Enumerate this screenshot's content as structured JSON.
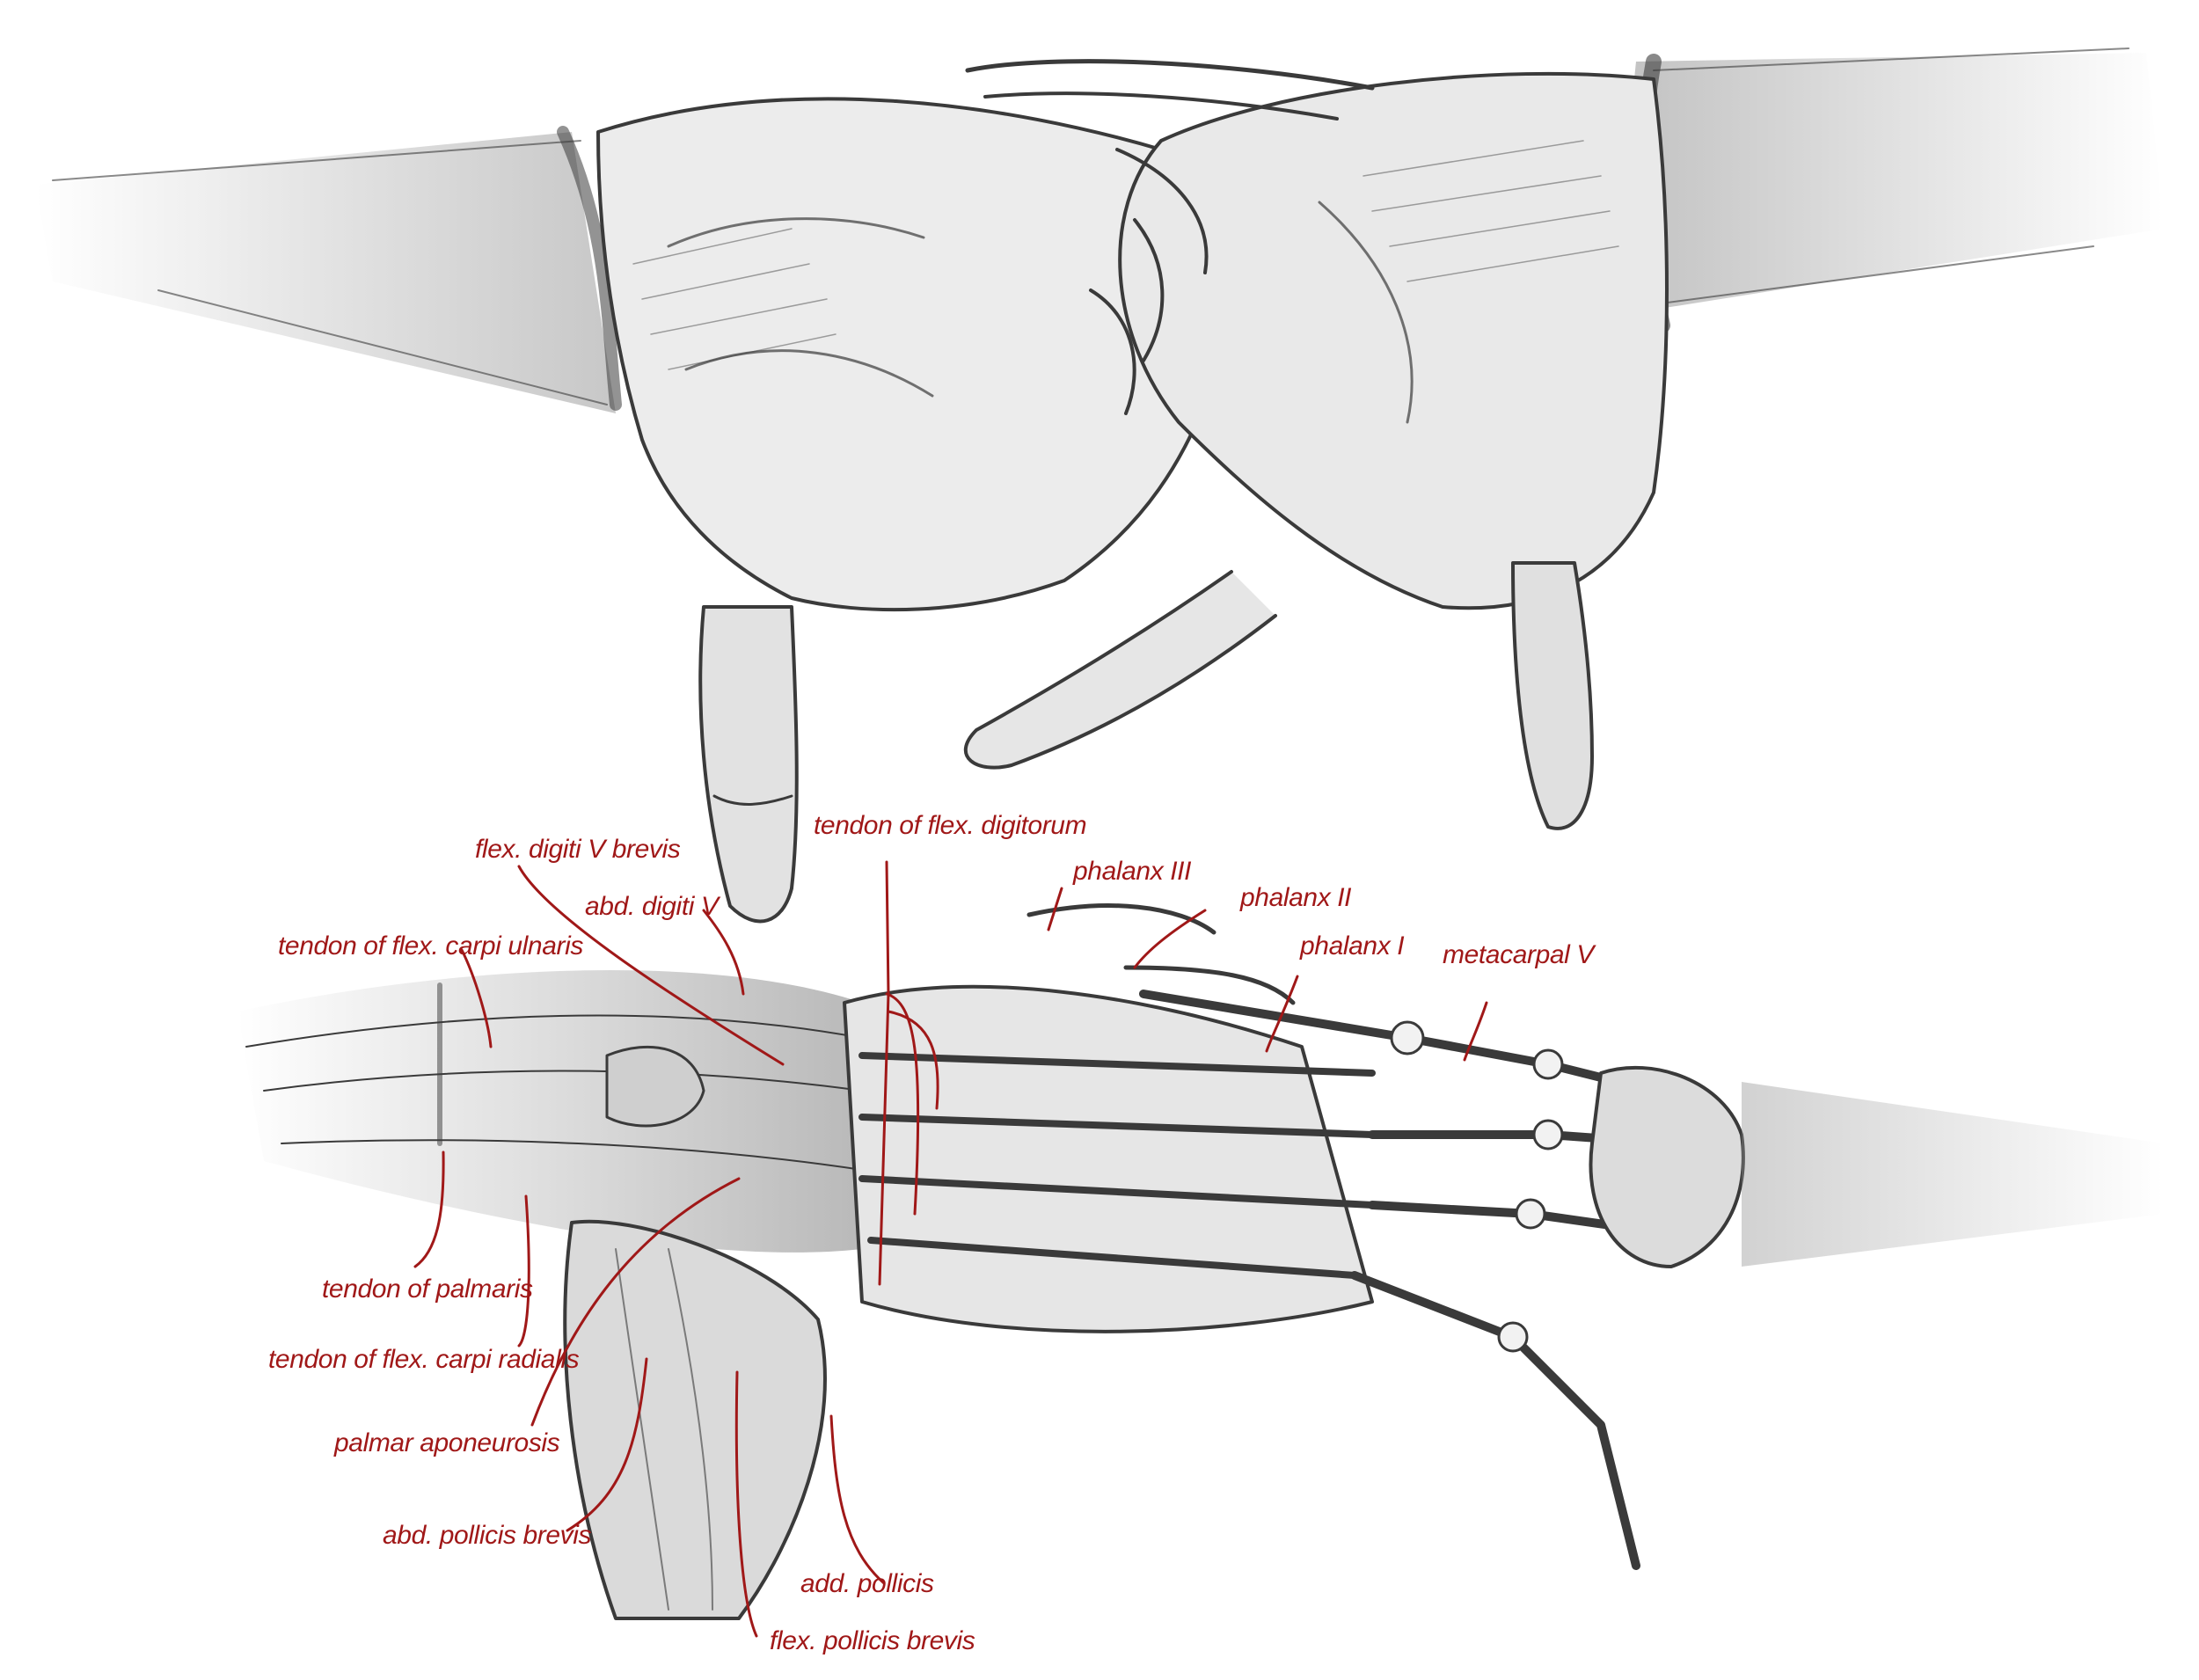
{
  "figure": {
    "type": "anatomical pencil drawing",
    "label_color": "#a01818",
    "pencil_color": "#3a3a3a"
  },
  "labels": {
    "flex_digiti_v_brevis": "flex. digiti V brevis",
    "tendon_flex_digitorum": "tendon of flex. digitorum",
    "abd_digiti_v": "abd. digiti V",
    "phalanx_iii": "phalanx III",
    "phalanx_ii": "phalanx II",
    "phalanx_i": "phalanx I",
    "metacarpal_v": "metacarpal V",
    "tendon_flex_carpi_ulnaris": "tendon of flex. carpi ulnaris",
    "tendon_palmaris": "tendon of palmaris",
    "tendon_flex_carpi_radialis": "tendon of flex. carpi radialis",
    "palmar_aponeurosis": "palmar aponeurosis",
    "abd_pollicis_brevis": "abd. pollicis brevis",
    "add_pollicis": "add. pollicis",
    "flex_pollicis_brevis": "flex. pollicis brevis"
  }
}
